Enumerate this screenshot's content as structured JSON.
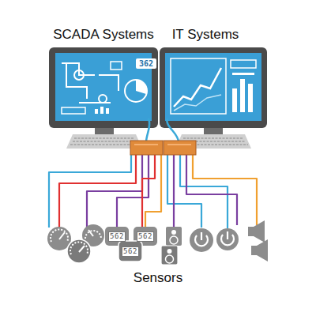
{
  "diagram": {
    "nodes": [
      {
        "text": [
          "SCADA Systems",
          "362"
        ]
      },
      {
        "text": [
          "IT Systems"
        ]
      }
    ],
    "labels": [
      "562",
      "562",
      "562",
      "Sensors"
    ]
  }
}
